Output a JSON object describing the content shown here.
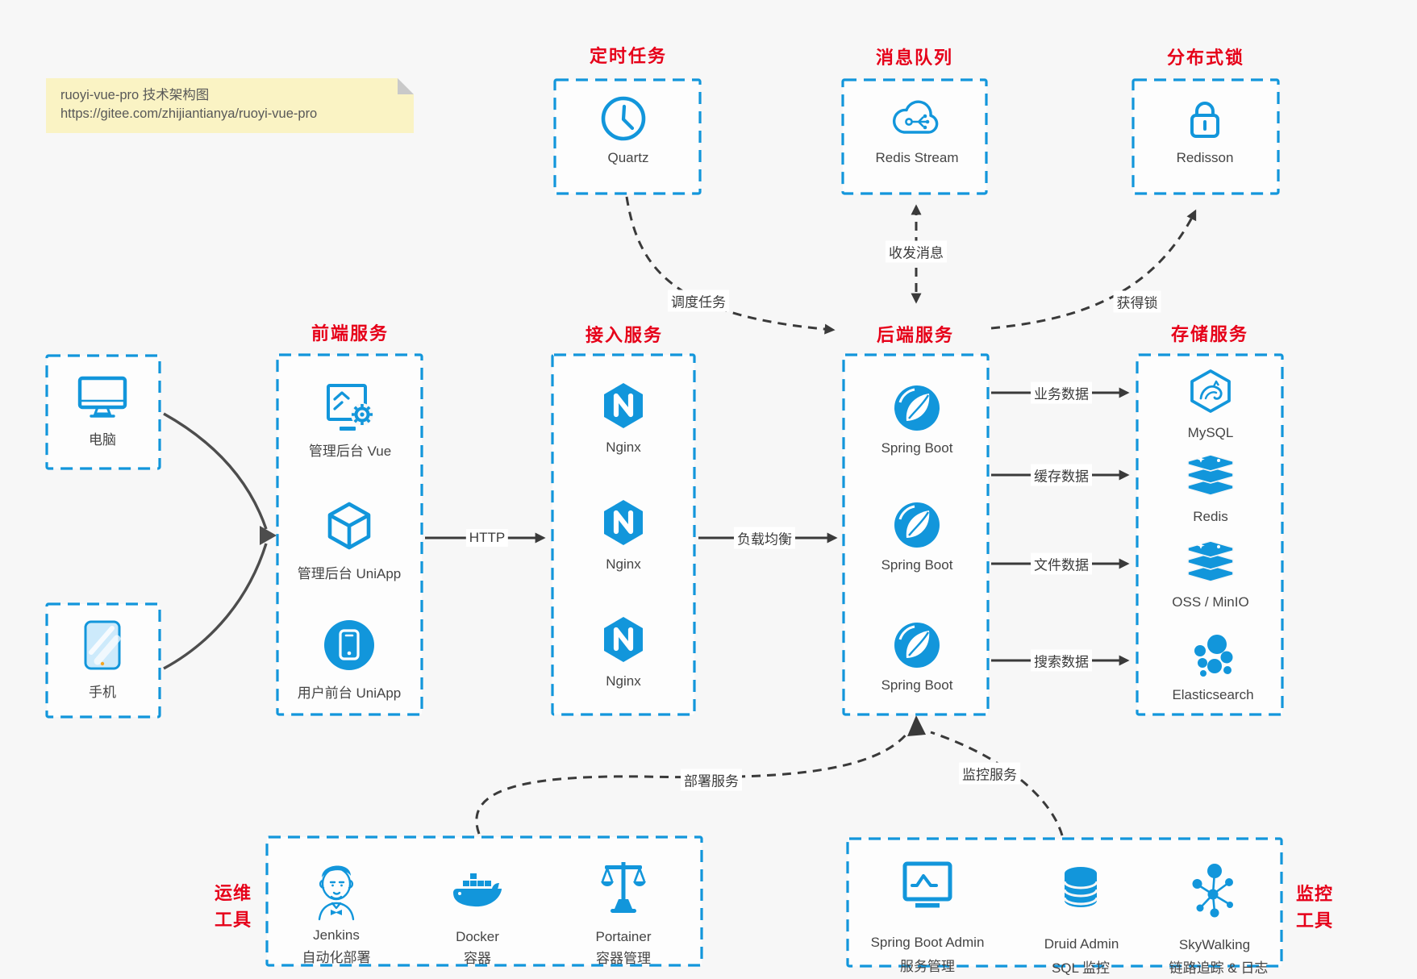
{
  "colors": {
    "accent_blue": "#1296db",
    "title_red": "#e60019",
    "arrow_dark": "#3a3a3a",
    "note_bg": "#faf3c4",
    "canvas_bg": "#f7f7f7"
  },
  "note": {
    "line1": "ruoyi-vue-pro 技术架构图",
    "line2": "https://gitee.com/zhijiantianya/ruoyi-vue-pro"
  },
  "groups": {
    "scheduled_tasks": {
      "title": "定时任务",
      "item_label": "Quartz"
    },
    "message_queue": {
      "title": "消息队列",
      "item_label": "Redis Stream"
    },
    "distributed_lock": {
      "title": "分布式锁",
      "item_label": "Redisson"
    },
    "clients": {
      "computer_label": "电脑",
      "phone_label": "手机"
    },
    "frontend": {
      "title": "前端服务",
      "items": [
        "管理后台 Vue",
        "管理后台 UniApp",
        "用户前台 UniApp"
      ]
    },
    "access": {
      "title": "接入服务",
      "items": [
        "Nginx",
        "Nginx",
        "Nginx"
      ]
    },
    "backend": {
      "title": "后端服务",
      "items": [
        "Spring Boot",
        "Spring Boot",
        "Spring Boot"
      ]
    },
    "storage": {
      "title": "存储服务",
      "items": [
        "MySQL",
        "Redis",
        "OSS / MinIO",
        "Elasticsearch"
      ]
    },
    "ops_tools": {
      "title_line1": "运维",
      "title_line2": "工具",
      "items": [
        {
          "name": "Jenkins",
          "desc": "自动化部署"
        },
        {
          "name": "Docker",
          "desc": "容器"
        },
        {
          "name": "Portainer",
          "desc": "容器管理"
        }
      ]
    },
    "monitor_tools": {
      "title_line1": "监控",
      "title_line2": "工具",
      "items": [
        {
          "name": "Spring Boot Admin",
          "desc": "服务管理"
        },
        {
          "name": "Druid Admin",
          "desc": "SQL 监控"
        },
        {
          "name": "SkyWalking",
          "desc": "链路追踪 & 日志"
        }
      ]
    }
  },
  "edges": {
    "http": "HTTP",
    "load_balance": "负载均衡",
    "schedule": "调度任务",
    "messages": "收发消息",
    "acquire_lock": "获得锁",
    "business_data": "业务数据",
    "cache_data": "缓存数据",
    "file_data": "文件数据",
    "search_data": "搜索数据",
    "deploy": "部署服务",
    "monitor": "监控服务"
  }
}
